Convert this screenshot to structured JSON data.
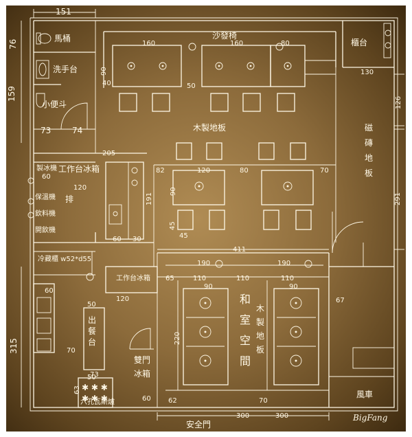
{
  "rooms": {
    "toilet": "馬桶",
    "washbasin": "洗手台",
    "urinal": "小便斗",
    "sofa_bench": "沙發椅",
    "counter": "櫃台",
    "wood_floor": "木製地板",
    "tile_floor_chars": [
      "磁",
      "磚",
      "地",
      "板"
    ],
    "ice_maker": "製冰機",
    "work_fridge_1": "工作台冰箱",
    "exhaust": "排",
    "cooler": "保溫機",
    "drink_machine": "飲料機",
    "beverage_machine": "開飲機",
    "fridge_spec": "冷藏櫃 w52*d55",
    "work_fridge_2": "工作台冰箱",
    "serving_chars": [
      "出",
      "餐",
      "台"
    ],
    "double_door_chars": [
      "雙門",
      "冰箱"
    ],
    "stove": "六孔瓦斯爐",
    "tatami_chars": [
      "和",
      "室",
      "空",
      "間"
    ],
    "wood_floor2_chars": [
      "木",
      "製",
      "地",
      "板"
    ],
    "vent": "風車",
    "safety_door": "安全門"
  },
  "dimensions": {
    "d151": "151",
    "d76": "76",
    "d159": "159",
    "d73": "73",
    "d74": "74",
    "d160a": "160",
    "d160b": "160",
    "d80": "80",
    "d90a": "90",
    "d40": "40",
    "d50a": "50",
    "d130": "130",
    "d126": "126",
    "d205": "205",
    "d82": "82",
    "d120a": "120",
    "d80b": "80",
    "d70a": "70",
    "d60a": "60",
    "d120b": "120",
    "d191": "191",
    "d90b": "90",
    "d45a": "45",
    "d45b": "45",
    "d60b": "60",
    "d30": "30",
    "d291": "291",
    "d411": "411",
    "d190a": "190",
    "d190b": "190",
    "d65": "65",
    "d110a": "110",
    "d110b": "110",
    "d110c": "110",
    "d90c": "90",
    "d90d": "90",
    "d60c": "60",
    "d120c": "120",
    "d67": "67",
    "d315": "315",
    "d70b": "70",
    "d50b": "50",
    "d50c": "50",
    "d220": "220",
    "d73b": "73",
    "d63": "63",
    "d60d": "60",
    "d62": "62",
    "d70c": "70",
    "d300a": "300",
    "d300b": "300"
  },
  "signature": "BigFang"
}
